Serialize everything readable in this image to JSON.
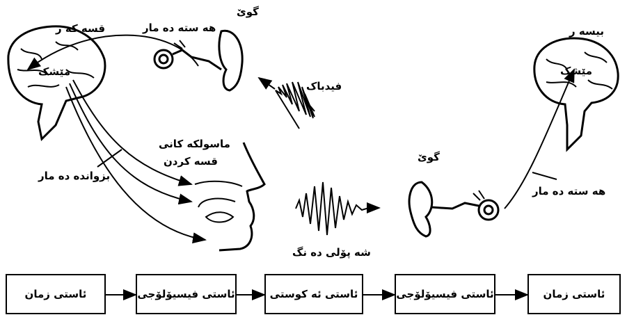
{
  "labels": {
    "speaker_ear": "گوێ",
    "sensory_nerve_left": "هه سته ده مار",
    "speaking": "قسه که ر",
    "brain_left": "مێشک",
    "feedback": "فیدباک",
    "speech_muscles_line1": "ماسولکه کانی",
    "speech_muscles_line2": "قسه کردن",
    "motor_nerve": "بزوانده ده مار",
    "sound_wave": "شه پۆلی ده نگ",
    "listener": "بیسه ر",
    "brain_right": "مێشک",
    "listener_ear": "گوێ",
    "sensory_nerve_right": "هه سته ده مار"
  },
  "stages": [
    "ئاستی زمان",
    "ئاستی فیسیۆلۆجی",
    "ئاستی ئه کوستی",
    "ئاستی فیسیۆلۆجی",
    "ئاستی زمان"
  ],
  "colors": {
    "line": "#000000",
    "background": "#ffffff"
  }
}
